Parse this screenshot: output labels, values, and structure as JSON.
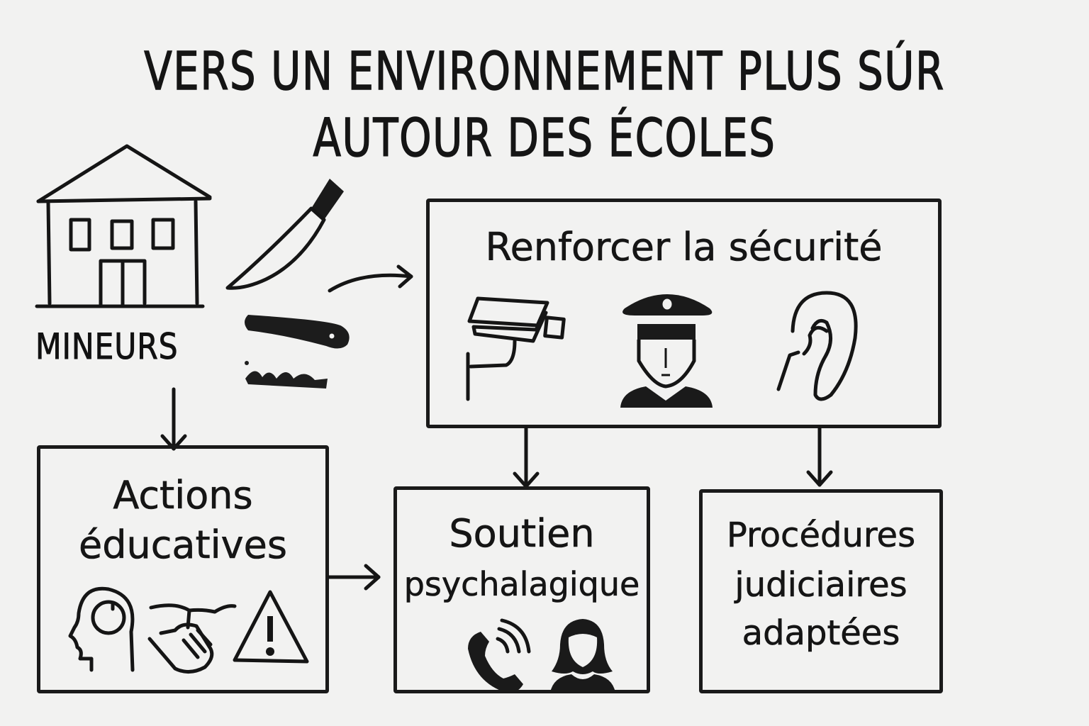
{
  "title": {
    "line1": "VERS UN ENVIRONNEMENT PLUS SÚR",
    "line2": "AUTOUR DES ÉCOLES"
  },
  "left_column": {
    "school_label": "MINEURS",
    "icons": [
      "school-building-icon",
      "knife-icon",
      "folded-knife-icon",
      "scribble-text"
    ]
  },
  "boxes": {
    "security": {
      "label": "Renforcer la sécurité",
      "icons": [
        "cctv-camera-icon",
        "police-officer-icon",
        "ear-icon"
      ]
    },
    "education": {
      "line1": "Actions",
      "line2": "éducatives",
      "icons": [
        "head-brain-icon",
        "handshake-icon",
        "warning-triangle-icon"
      ]
    },
    "psych": {
      "line1": "Soutien",
      "line2": "psychalagique",
      "icons": [
        "phone-call-icon",
        "woman-avatar-icon"
      ]
    },
    "judicial": {
      "line1": "Procédures",
      "line2": "judiciaires",
      "line3": "adaptées"
    }
  },
  "connections": [
    {
      "from": "knives",
      "to": "security"
    },
    {
      "from": "school",
      "to": "education"
    },
    {
      "from": "education",
      "to": "psych"
    },
    {
      "from": "security",
      "to": "psych"
    },
    {
      "from": "security",
      "to": "judicial"
    }
  ],
  "colors": {
    "ink": "#151515",
    "paper": "#f2f2f1"
  }
}
